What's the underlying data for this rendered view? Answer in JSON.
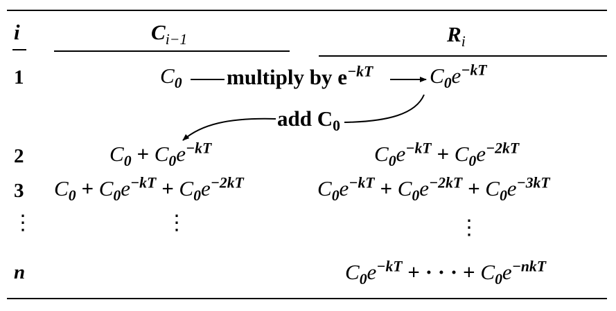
{
  "table": {
    "headers": {
      "index": "i",
      "col1": "C",
      "col1_sub": "i−1",
      "col2": "R",
      "col2_sub": "i"
    },
    "row1": {
      "index": "1",
      "c0": "C",
      "c0_sub": "0",
      "op_label": "multiply by e",
      "op_exp": "−kT",
      "result_c": "C",
      "result_sub": "0",
      "result_e": "e",
      "result_exp": "−kT",
      "feedback_label": "add C",
      "feedback_sub": "0"
    },
    "rows": [
      {
        "index": "2",
        "c_terms": [
          {
            "base": "C",
            "sub": "0",
            "e": "",
            "exp": ""
          },
          {
            "base": "C",
            "sub": "0",
            "e": "e",
            "exp": "−kT"
          }
        ],
        "r_terms": [
          {
            "base": "C",
            "sub": "0",
            "e": "e",
            "exp": "−kT"
          },
          {
            "base": "C",
            "sub": "0",
            "e": "e",
            "exp": "−2kT"
          }
        ]
      },
      {
        "index": "3",
        "c_terms": [
          {
            "base": "C",
            "sub": "0",
            "e": "",
            "exp": ""
          },
          {
            "base": "C",
            "sub": "0",
            "e": "e",
            "exp": "−kT"
          },
          {
            "base": "C",
            "sub": "0",
            "e": "e",
            "exp": "−2kT"
          }
        ],
        "r_terms": [
          {
            "base": "C",
            "sub": "0",
            "e": "e",
            "exp": "−kT"
          },
          {
            "base": "C",
            "sub": "0",
            "e": "e",
            "exp": "−2kT"
          },
          {
            "base": "C",
            "sub": "0",
            "e": "e",
            "exp": "−3kT"
          }
        ]
      }
    ],
    "ellipsis_row": {
      "index": "⋮",
      "col1": "⋮",
      "col2": "⋮"
    },
    "last_row": {
      "index": "n",
      "r_first": {
        "base": "C",
        "sub": "0",
        "e": "e",
        "exp": "−kT"
      },
      "r_dots": "+ · · · +",
      "r_last": {
        "base": "C",
        "sub": "0",
        "e": "e",
        "exp": "−nkT"
      }
    },
    "plus": "+"
  }
}
